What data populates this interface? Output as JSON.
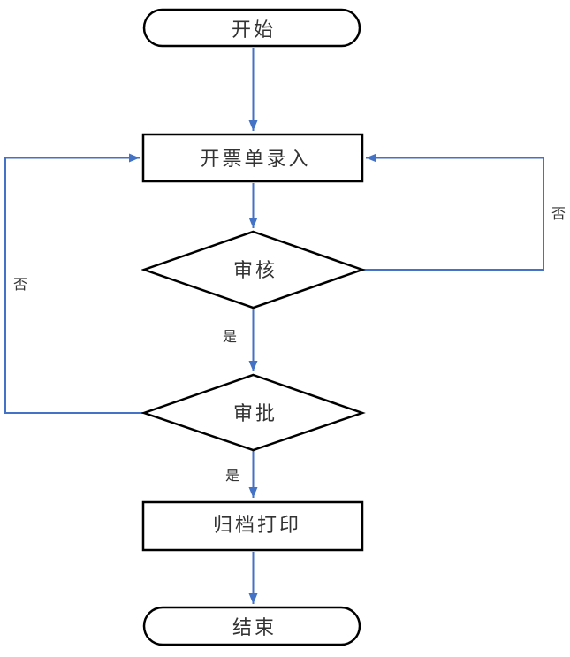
{
  "colors": {
    "connector": "#4472C4",
    "shape_border": "#000000",
    "shape_fill": "#FFFFFF",
    "text": "#333333",
    "background": "#FFFFFF"
  },
  "nodes": {
    "start": {
      "type": "terminator",
      "label": "开始"
    },
    "entry": {
      "type": "process",
      "label": "开票单录入"
    },
    "review": {
      "type": "decision",
      "label": "审核"
    },
    "approve": {
      "type": "decision",
      "label": "审批"
    },
    "archive": {
      "type": "process",
      "label": "归档打印"
    },
    "end": {
      "type": "terminator",
      "label": "结束"
    }
  },
  "edge_labels": {
    "review_yes": "是",
    "review_no": "否",
    "approve_yes": "是",
    "approve_no": "否"
  }
}
